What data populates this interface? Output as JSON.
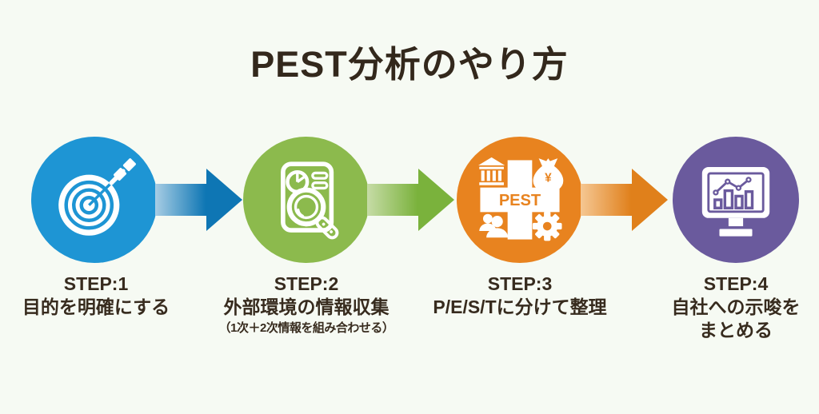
{
  "title": "PEST分析のやり方",
  "background_color": "#f6faf3",
  "text_color": "#372b1e",
  "steps": [
    {
      "label": "STEP:1",
      "heading": "目的を明確にする",
      "color": "#1e95d4",
      "icon": "target-dart-icon"
    },
    {
      "label": "STEP:2",
      "heading": "外部環境の情報収集",
      "note": "（1次＋2次情報を組み合わせる）",
      "color": "#8cba4d",
      "icon": "document-magnifier-icon"
    },
    {
      "label": "STEP:3",
      "heading": "P/E/S/Tに分けて整理",
      "color": "#e8831f",
      "icon": "pest-cross-icon",
      "icon_text": "PEST"
    },
    {
      "label": "STEP:4",
      "heading": "自社への示唆を",
      "heading2": "まとめる",
      "color": "#6a5a9d",
      "icon": "monitor-graph-icon"
    }
  ],
  "arrows": [
    {
      "from": "step-1",
      "to": "step-2",
      "color_light": "#a7cde4",
      "color_dark": "#0e76b4"
    },
    {
      "from": "step-2",
      "to": "step-3",
      "color_light": "#c6dca6",
      "color_dark": "#7ab23c"
    },
    {
      "from": "step-3",
      "to": "step-4",
      "color_light": "#f5c793",
      "color_dark": "#e0801b"
    }
  ]
}
